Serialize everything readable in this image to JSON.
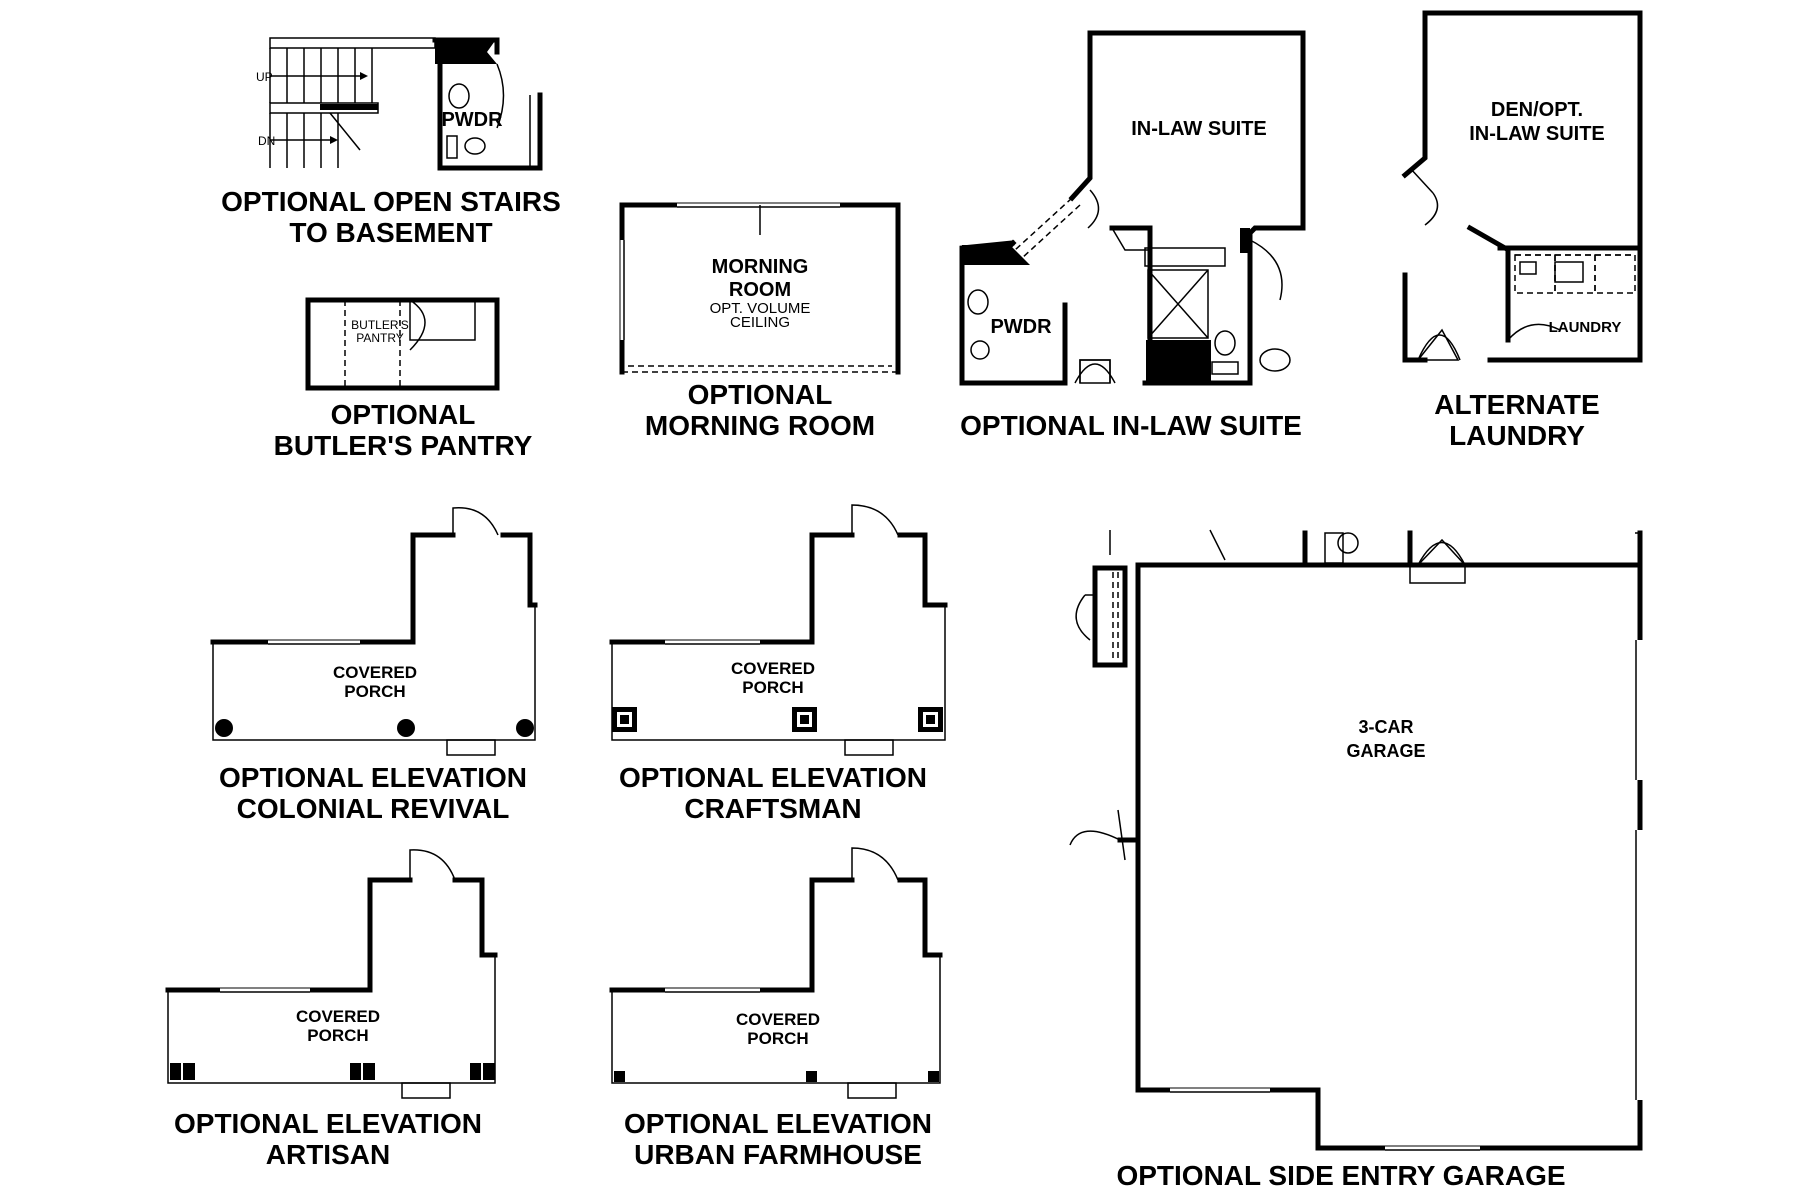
{
  "stairs": {
    "caption_line1": "OPTIONAL OPEN STAIRS",
    "caption_line2": "TO BASEMENT",
    "up_label": "UP",
    "dn_label": "DN",
    "pwdr_label": "PWDR"
  },
  "butler": {
    "caption_line1": "OPTIONAL",
    "caption_line2": "BUTLER'S PANTRY",
    "room_line1": "BUTLER'S",
    "room_line2": "PANTRY"
  },
  "morning": {
    "caption_line1": "OPTIONAL",
    "caption_line2": "MORNING ROOM",
    "room_line1": "MORNING",
    "room_line2": "ROOM",
    "note_line1": "OPT. VOLUME",
    "note_line2": "CEILING"
  },
  "inlaw": {
    "caption": "OPTIONAL IN-LAW SUITE",
    "room": "IN-LAW SUITE",
    "pwdr_label": "PWDR"
  },
  "laundry": {
    "caption_line1": "ALTERNATE",
    "caption_line2": "LAUNDRY",
    "room_line1": "DEN/OPT.",
    "room_line2": "IN-LAW SUITE",
    "laundry_label": "LAUNDRY"
  },
  "colonial": {
    "caption_line1": "OPTIONAL ELEVATION",
    "caption_line2": "COLONIAL REVIVAL",
    "room_line1": "COVERED",
    "room_line2": "PORCH"
  },
  "craftsman": {
    "caption_line1": "OPTIONAL ELEVATION",
    "caption_line2": "CRAFTSMAN",
    "room_line1": "COVERED",
    "room_line2": "PORCH"
  },
  "artisan": {
    "caption_line1": "OPTIONAL ELEVATION",
    "caption_line2": "ARTISAN",
    "room_line1": "COVERED",
    "room_line2": "PORCH"
  },
  "farmhouse": {
    "caption_line1": "OPTIONAL ELEVATION",
    "caption_line2": "URBAN FARMHOUSE",
    "room_line1": "COVERED",
    "room_line2": "PORCH"
  },
  "garage": {
    "caption": "OPTIONAL SIDE ENTRY GARAGE",
    "room_line1": "3-CAR",
    "room_line2": "GARAGE"
  }
}
